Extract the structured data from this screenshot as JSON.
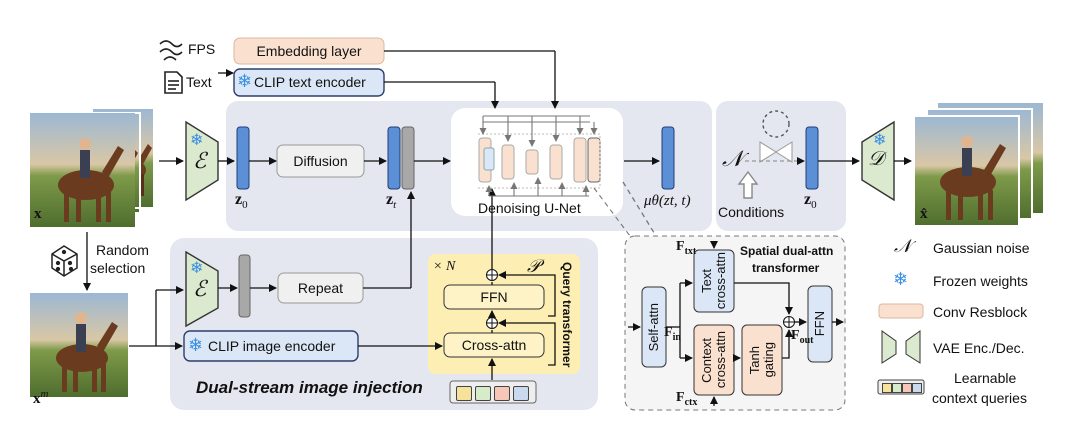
{
  "inputs": {
    "fps_label": "FPS",
    "text_label": "Text",
    "embedding_layer": "Embedding layer",
    "clip_text_encoder": "CLIP text encoder"
  },
  "main": {
    "x_label": "x",
    "encoder_symbol": "ℰ",
    "z0_label": "z",
    "z0_sub": "0",
    "diffusion": "Diffusion",
    "zt_label": "z",
    "zt_sub": "t",
    "unet_label": "Denoising U-Net",
    "mu_label": "μθ(zt, t)",
    "noise_symbol": "𝒩",
    "conditions": "Conditions",
    "z0_out_label": "z",
    "z0_out_sub": "0",
    "decoder_symbol": "𝒟",
    "xhat_label": "x̂"
  },
  "stream": {
    "random": "Random",
    "selection": "selection",
    "xm_label": "x",
    "xm_sup": "m",
    "repeat": "Repeat",
    "clip_image_encoder": "CLIP image encoder",
    "times_n": "× N",
    "p_symbol": "𝒫",
    "ffn": "FFN",
    "cross_attn": "Cross-attn",
    "query_transformer": "Query transformer",
    "title": "Dual-stream image injection"
  },
  "spatial": {
    "title_line1": "Spatial dual-attn",
    "title_line2": "transformer",
    "f_txt": "F",
    "f_txt_sub": "txt",
    "f_in": "F",
    "f_in_sub": "in",
    "f_ctx": "F",
    "f_ctx_sub": "ctx",
    "f_out": "F",
    "f_out_sub": "out",
    "self_attn": "Self-attn",
    "text_ca_1": "Text",
    "text_ca_2": "cross-attn",
    "ctx_ca_1": "Context",
    "ctx_ca_2": "cross-attn",
    "tanh_1": "Tanh",
    "tanh_2": "gating",
    "ffn": "FFN"
  },
  "legend": {
    "gaussian_symbol": "𝒩",
    "gaussian": "Gaussian noise",
    "frozen": "Frozen weights",
    "conv": "Conv Resblock",
    "vae": "VAE Enc./Dec.",
    "queries_1": "Learnable",
    "queries_2": "context queries"
  },
  "colors": {
    "panel_gray": "#e4e7ef",
    "blue_fill": "#5b8fd6",
    "blue_light": "#dbe7f6",
    "encoder_green": "#dbe9cf",
    "peach": "#fae1cf",
    "yellow": "#fdeeb4",
    "yellow_box": "#fdf3c6",
    "snowflake": "#3a8fe0",
    "query_colors": [
      "#f6e29a",
      "#d6ebc8",
      "#f6c7b6",
      "#c9d9ee"
    ]
  }
}
